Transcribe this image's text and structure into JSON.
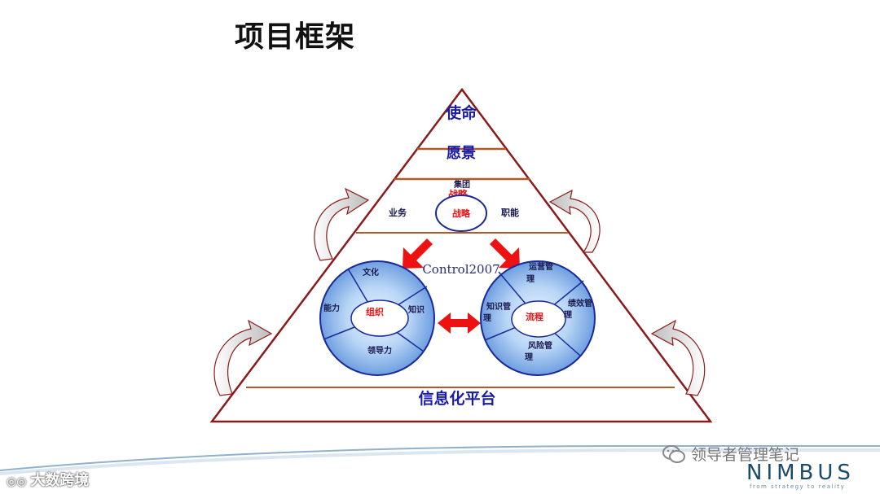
{
  "title": "项目框架",
  "pyramid": {
    "mission": "使命",
    "vision": "愿景",
    "group": "集团",
    "group_overlap": "战略",
    "business": "业务",
    "function": "职能",
    "strategy": "战略",
    "watermark": "Control2007",
    "platform": "信息化平台"
  },
  "org_circle": {
    "center": "组织",
    "culture": "文化",
    "capability": "能力",
    "knowledge": "知识",
    "leadership": "领导力"
  },
  "process_circle": {
    "center": "流程",
    "ops_line1": "运营管",
    "ops_line2": "理",
    "km_line1": "知识管",
    "km_line2": "理",
    "perf_line1": "绩效管",
    "perf_line2": "理",
    "risk_line1": "风险管",
    "risk_line2": "理"
  },
  "footer": {
    "left_watermark": "大数跨境",
    "wechat_account": "领导者管理笔记",
    "logo": "NIMBUS",
    "logo_tagline": "from strategy to reality"
  },
  "colors": {
    "pyramid_outline": "#8b1a1a",
    "band_line": "#b05a2a",
    "circle_fill": "#7fb0ea",
    "label_blue": "#1a1aa6",
    "accent_red": "#ee1111"
  }
}
